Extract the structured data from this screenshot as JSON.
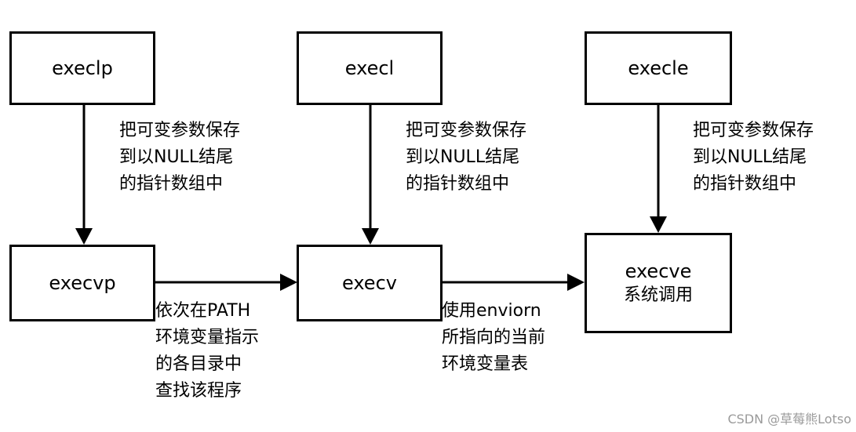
{
  "nodes": {
    "execlp": "execlp",
    "execl": "execl",
    "execle": "execle",
    "execvp": "execvp",
    "execv": "execv",
    "execve": "execve",
    "execve_sub": "系统调用"
  },
  "notes": {
    "execlp_to_execvp": "把可变参数保存\n到以NULL结尾\n的指针数组中",
    "execl_to_execv": "把可变参数保存\n到以NULL结尾\n的指针数组中",
    "execle_to_execve": "把可变参数保存\n到以NULL结尾\n的指针数组中",
    "execvp_to_execv": "依次在PATH\n环境变量指示\n的各目录中\n查找该程序",
    "execv_to_execve": "使用enviorn\n所指向的当前\n环境变量表"
  },
  "watermark": "CSDN @草莓熊Lotso"
}
